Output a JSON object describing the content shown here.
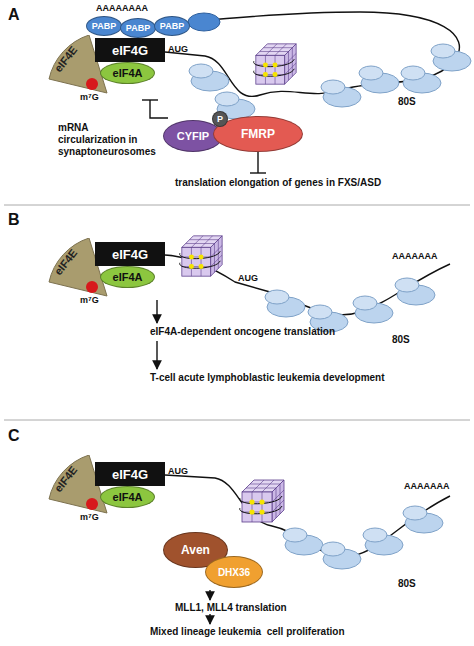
{
  "diagram": {
    "nodes": [
      {
        "text": [
          "PABP"
        ]
      },
      {
        "text": [
          "PABP"
        ]
      },
      {
        "text": [
          "PABP"
        ]
      },
      {
        "text": [
          "eIF4E"
        ]
      },
      {
        "text": [
          "eIF4G"
        ]
      },
      {
        "text": [
          "eIF4A"
        ]
      },
      {
        "text": [
          "CYFIP"
        ]
      },
      {
        "text": [
          "FMRP"
        ]
      },
      {
        "text": [
          "P"
        ],
        "in": 7
      },
      {
        "text": [
          "eIF4E"
        ]
      },
      {
        "text": [
          "eIF4G"
        ]
      },
      {
        "text": [
          "eIF4A"
        ]
      },
      {
        "text": [
          "eIF4E"
        ]
      },
      {
        "text": [
          "eIF4G"
        ]
      },
      {
        "text": [
          "eIF4A"
        ]
      },
      {
        "text": [
          "Aven"
        ]
      },
      {
        "text": [
          "DHX36"
        ]
      }
    ],
    "labels": [
      "A",
      "AAAAAAAA",
      "m⁷G",
      "AUG",
      "80S",
      "mRNA circularization in synaptoneurosomes",
      "translation elongation of genes in FXS/ASD",
      "B",
      "m⁷G",
      "AUG",
      "AAAAAAA",
      "80S",
      "eIF4A-dependent oncogene translation",
      "T-cell acute lymphoblastic leukemia development",
      "C",
      "m⁷G",
      "AUG",
      "AAAAAAA",
      "80S",
      "MLL1, MLL4 translation",
      "Mixed lineage leukemia  cell proliferation"
    ]
  }
}
